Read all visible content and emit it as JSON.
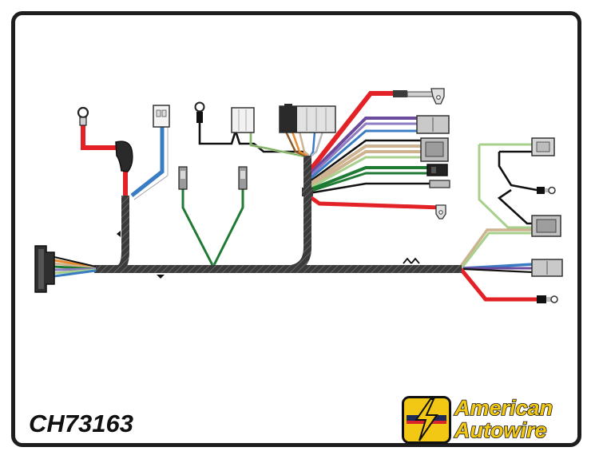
{
  "part_number": "CH73163",
  "brand": {
    "line1": "American",
    "line2": "Autowire",
    "logo_icon": "lightning-bolt-icon",
    "color_yellow": "#f2c814",
    "color_red": "#d9242b",
    "color_navy": "#1c2a5a"
  },
  "wire_colors": {
    "red": "#e32227",
    "blue": "#3a7cc4",
    "white": "#ffffff",
    "green_dark": "#1f7a34",
    "green_light": "#a8d08d",
    "purple": "#6c4a9e",
    "violet": "#8e7cc3",
    "tan": "#cdb38f",
    "black": "#111111",
    "orange": "#e8892c",
    "brown": "#8a5a2b",
    "gray": "#b7b7b7",
    "harness": "#3b3b3b"
  }
}
